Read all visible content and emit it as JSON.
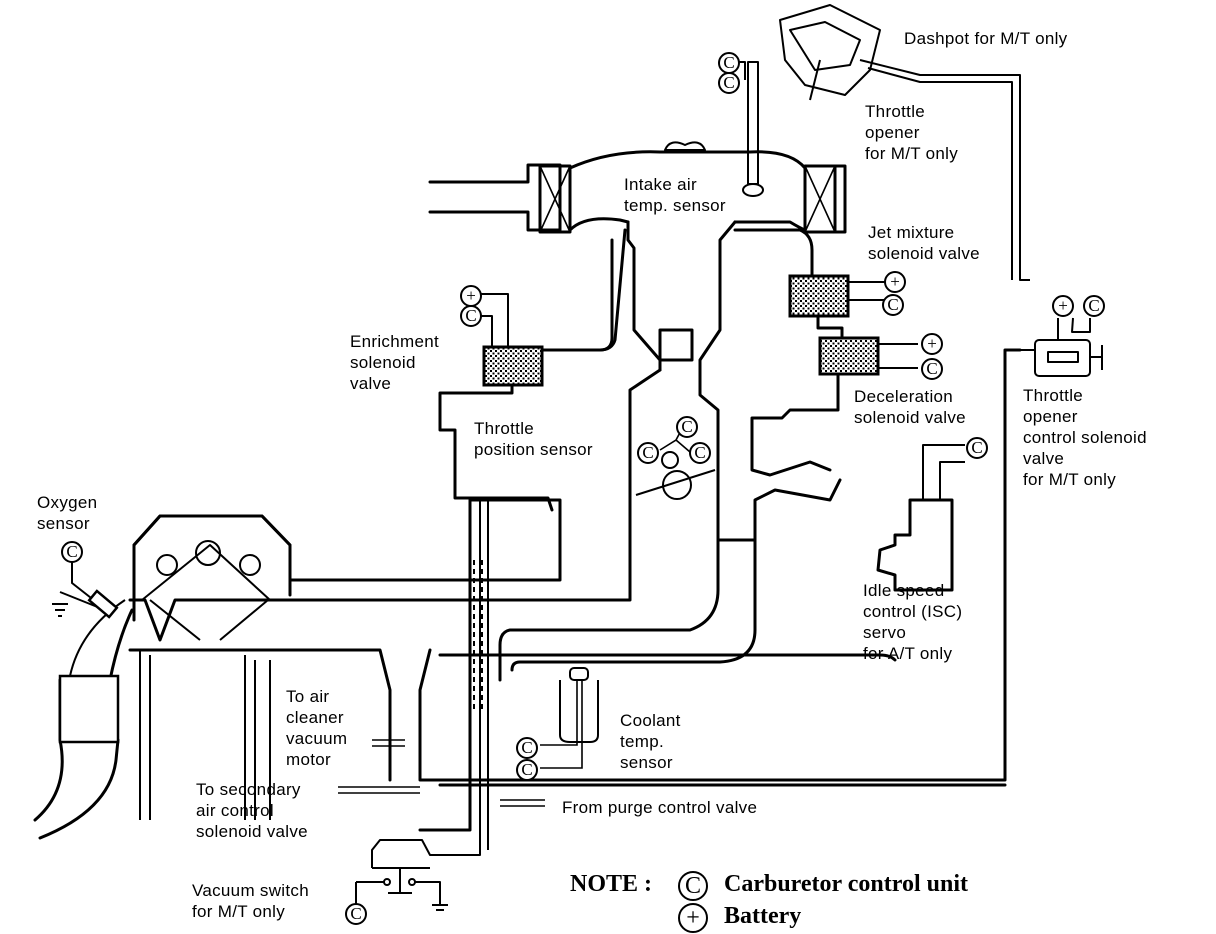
{
  "diagram": {
    "title": "Carburetor control system vacuum and wiring diagram",
    "labels": {
      "dashpot": "Dashpot for M/T only",
      "throttle_opener": "Throttle\nopener\nfor M/T only",
      "intake_air_temp_sensor": "Intake air\ntemp. sensor",
      "jet_mixture_solenoid_valve": "Jet mixture\nsolenoid valve",
      "enrichment_solenoid_valve": "Enrichment\nsolenoid\nvalve",
      "deceleration_solenoid_valve": "Deceleration\nsolenoid valve",
      "throttle_position_sensor": "Throttle\nposition sensor",
      "throttle_opener_control_solenoid_valve": "Throttle\nopener\ncontrol solenoid\nvalve\nfor M/T only",
      "oxygen_sensor": "Oxygen\nsensor",
      "idle_speed_control_servo": "Idle speed\ncontrol (ISC)\nservo\nfor A/T only",
      "to_air_cleaner_vacuum_motor": "To air\ncleaner\nvacuum\nmotor",
      "coolant_temp_sensor": "Coolant\ntemp.\nsensor",
      "to_secondary_air_control_solenoid_valve": "To secondary\nair control\nsolenoid valve",
      "from_purge_control_valve": "From purge control valve",
      "vacuum_switch": "Vacuum switch\nfor M/T only"
    },
    "symbols": {
      "control_unit": "C",
      "battery": "+"
    },
    "note": {
      "prefix": "NOTE :",
      "items": [
        {
          "symbol": "C",
          "text": "Carburetor control unit"
        },
        {
          "symbol": "+",
          "text": "Battery"
        }
      ]
    }
  }
}
